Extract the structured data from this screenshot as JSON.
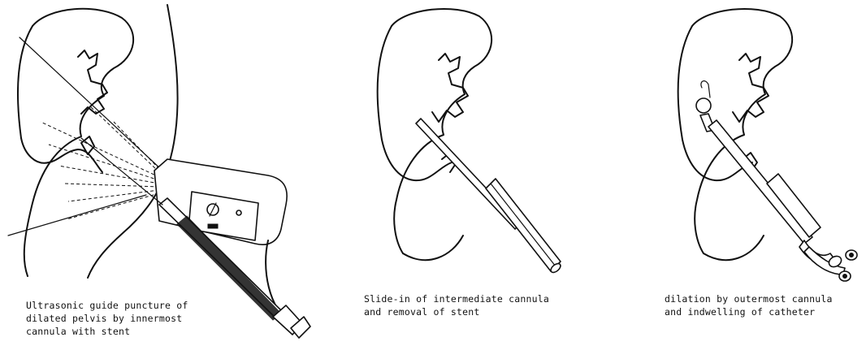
{
  "panels": [
    {
      "id": "panel-1",
      "caption": [
        "Ultrasonic guide puncture of",
        "dilated pelvis by innermost",
        "cannula with stent"
      ]
    },
    {
      "id": "panel-2",
      "caption": [
        "Slide-in of intermediate cannula",
        "and removal of stent"
      ]
    },
    {
      "id": "panel-3",
      "caption": [
        "dilation by outermost cannula",
        "and indwelling of catheter"
      ]
    }
  ]
}
